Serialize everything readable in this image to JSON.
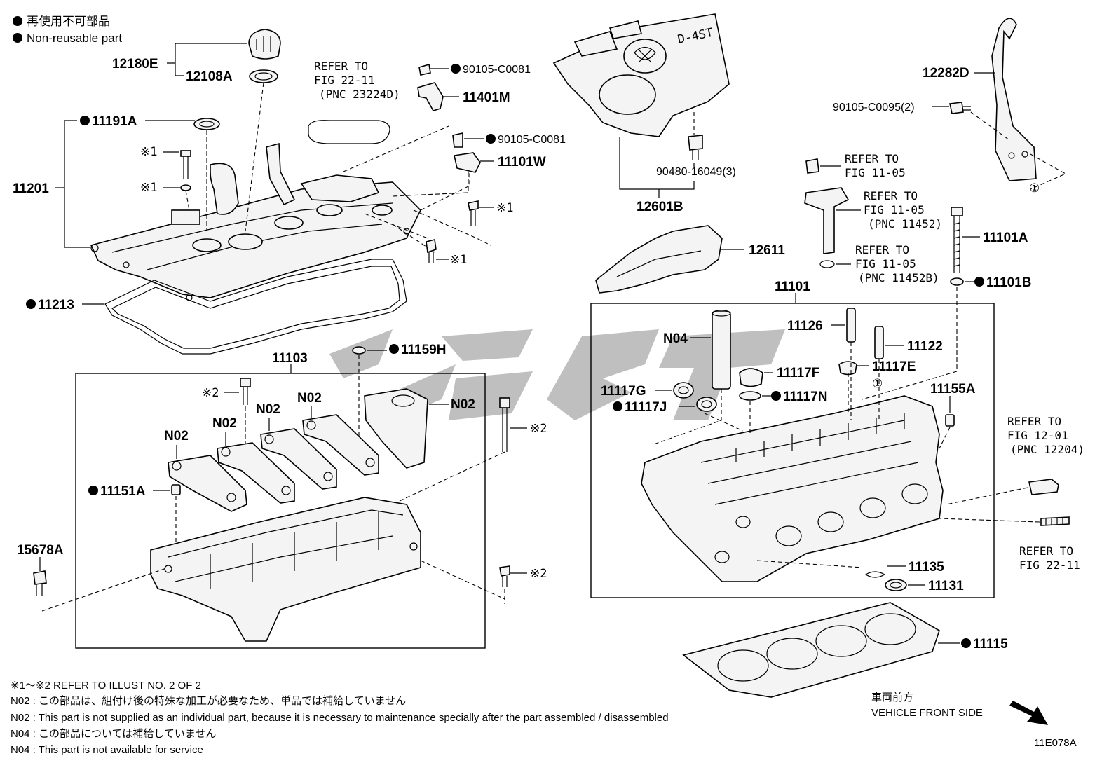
{
  "legend": {
    "jp_line": "再使用不可部品",
    "en_line": "Non-reusable part"
  },
  "labels": {
    "p12180E": "12180E",
    "p12108A": "12108A",
    "p11191A": "11191A",
    "p11201": "11201",
    "p11213": "11213",
    "p90105C0081a": "90105-C0081",
    "p11401M": "11401M",
    "p90105C0081b": "90105-C0081",
    "p11101W": "11101W",
    "p12601B": "12601B",
    "p9048016049": "90480-16049(3)",
    "p12611": "12611",
    "p12282D": "12282D",
    "p90105C0095": "90105-C0095(2)",
    "p11101A": "11101A",
    "p11101B": "11101B",
    "p11101": "11101",
    "p11103": "11103",
    "p11159H": "11159H",
    "p11151A": "11151A",
    "p15678A": "15678A",
    "p11126": "11126",
    "p11122": "11122",
    "pN04": "N04",
    "p11117F": "11117F",
    "p11117E": "11117E",
    "p11117G": "11117G",
    "p11117J": "11117J",
    "p11117N": "11117N",
    "p11155A": "11155A",
    "p11135": "11135",
    "p11131": "11131",
    "p11115": "11115",
    "n02": "N02",
    "mark1": "※1",
    "mark2": "※2",
    "circle1": "①"
  },
  "refs": {
    "refer_to": "REFER TO",
    "fig_22_11": "FIG 22-11",
    "pnc_23224d": "(PNC 23224D)",
    "fig_11_05": "FIG 11-05",
    "pnc_11452": "(PNC 11452)",
    "pnc_11452b": "(PNC 11452B)",
    "fig_12_01": "FIG 12-01",
    "pnc_12204": "(PNC 12204)"
  },
  "notes": {
    "line1": "※1～※2  REFER TO ILLUST NO. 2 OF 2",
    "line2": "N02 : この部品は、組付け後の特殊な加工が必要なため、単品では補給していません",
    "line3": "N02 : This part is not supplied as an individual part, because it is necessary to maintenance specially after the part assembled / disassembled",
    "line4": "N04 : この部品については補給していません",
    "line5": "N04 : This part is not available for service"
  },
  "direction": {
    "jp": "車両前方",
    "en": "VEHICLE FRONT SIDE"
  },
  "cover_logo": "D-4ST",
  "diagram_code": "11E078A"
}
